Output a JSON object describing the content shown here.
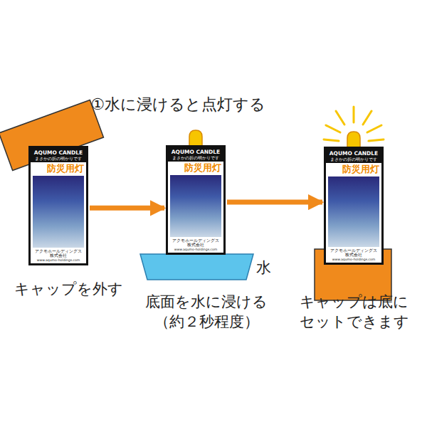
{
  "diagram": {
    "title": "①水に浸けると点灯する",
    "nodes": [
      {
        "text": [
          "AQUMO CANDLE",
          "まさかの折の明かりです",
          "防災用灯",
          "アクモホールディングス 株式会社",
          "www.aqumo-holdings.com"
        ]
      },
      {
        "text": [
          "AQUMO CANDLE",
          "まさかの折の明かりです",
          "防災用灯",
          "アクモホールディングス 株式会社",
          "www.aqumo-holdings.com"
        ]
      },
      {
        "text": [
          "AQUMO CANDLE",
          "まさかの折の明かりです",
          "防災用灯",
          "アクモホールディングス 株式会社",
          "www.aqumo-holdings.com"
        ]
      }
    ],
    "edges": [
      {
        "from": 0,
        "to": 1,
        "arrow": "to"
      },
      {
        "from": 1,
        "to": 2,
        "arrow": "to"
      }
    ],
    "labels": [
      "キャップを外す",
      "水",
      "底面を水に浸ける （約２秒程度）",
      "キャップは底に セットできます"
    ]
  }
}
